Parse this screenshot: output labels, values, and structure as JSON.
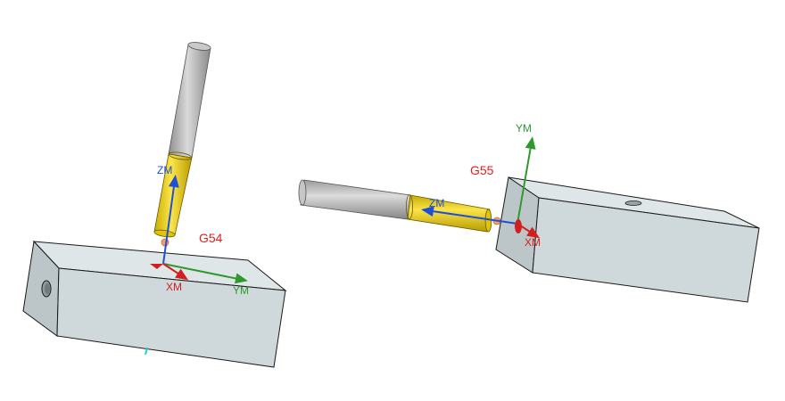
{
  "scene": {
    "left_setup": {
      "offset_label": "G54",
      "axes": {
        "z": "ZM",
        "x": "XM",
        "y": "YM"
      }
    },
    "right_setup": {
      "offset_label": "G55",
      "axes": {
        "z": "ZM",
        "x": "XM",
        "y": "YM"
      }
    }
  },
  "colors": {
    "background": "#ffffff",
    "block_top": "#dfe6e8",
    "block_front": "#cfd8da",
    "block_side": "#bcc6c8",
    "edge": "#1a1a1a",
    "tool_shank": "#b7b7b7",
    "tool_flute": "#f0d400",
    "x_axis": "#d11f1f",
    "y_axis": "#2e9a2e",
    "z_axis": "#1f4fd6",
    "label_red": "#e0201c",
    "tool_tip": "#f4a06a"
  }
}
